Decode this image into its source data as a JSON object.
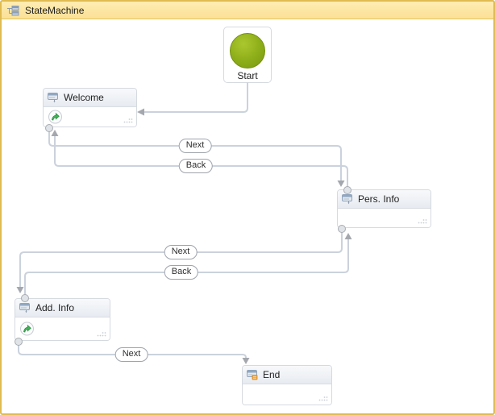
{
  "window": {
    "title": "StateMachine"
  },
  "diagram": {
    "start": {
      "label": "Start"
    },
    "states": [
      {
        "label": "Welcome",
        "has_entry_action": true,
        "is_final": false
      },
      {
        "label": "Pers. Info",
        "has_entry_action": false,
        "is_final": false
      },
      {
        "label": "Add. Info",
        "has_entry_action": true,
        "is_final": false
      },
      {
        "label": "End",
        "has_entry_action": false,
        "is_final": true
      }
    ],
    "transitions": [
      {
        "label": "",
        "from": "Start",
        "to": "Welcome"
      },
      {
        "label": "Next",
        "from": "Welcome",
        "to": "Pers. Info"
      },
      {
        "label": "Back",
        "from": "Pers. Info",
        "to": "Welcome"
      },
      {
        "label": "Next",
        "from": "Pers. Info",
        "to": "Add. Info"
      },
      {
        "label": "Back",
        "from": "Add. Info",
        "to": "Pers. Info"
      },
      {
        "label": "Next",
        "from": "Add. Info",
        "to": "End"
      }
    ],
    "colors": {
      "frame_border": "#DFBB52",
      "titlebar_bg": "#FDE7A3",
      "start_circle": "#8CAD18",
      "wire": "#CBD2DD",
      "arrow": "#A4A8AE",
      "state_border": "#D5DAE0"
    }
  }
}
